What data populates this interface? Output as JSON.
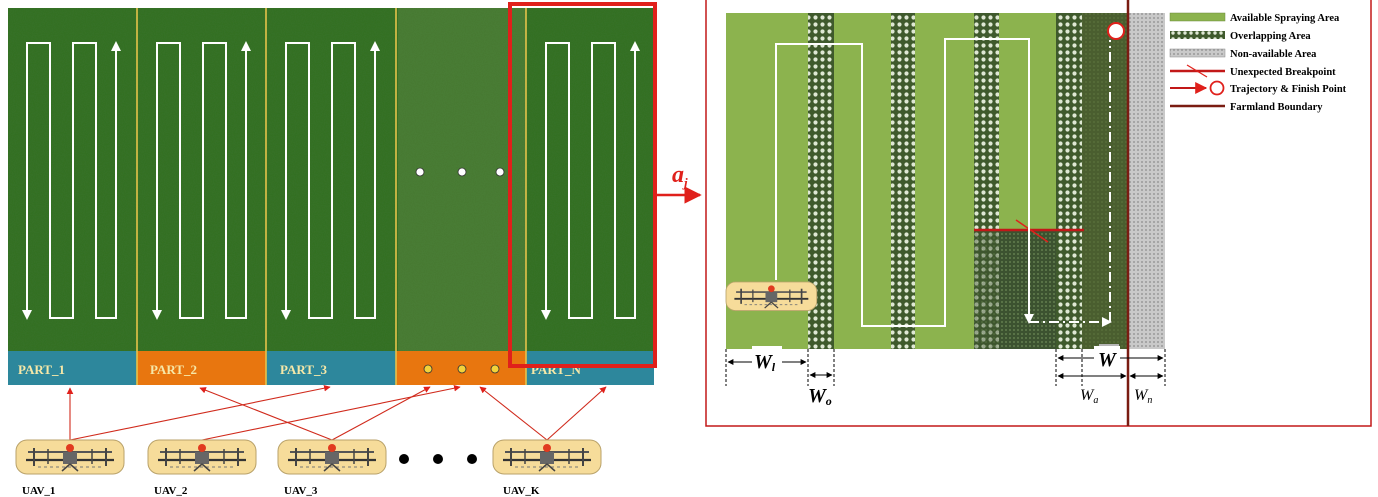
{
  "parts": {
    "labels": [
      "PART_1",
      "PART_2",
      "PART_3",
      "PART_N"
    ]
  },
  "uavs": {
    "labels": [
      "UAV_1",
      "UAV_2",
      "UAV_3",
      "UAV_K"
    ]
  },
  "zoom_label": {
    "main": "a",
    "sub": "j"
  },
  "legend": {
    "items": [
      "Available Spraying Area",
      "Overlapping Area",
      "Non-available Area",
      "Unexpected Breakpoint",
      "Trajectory & Finish Point",
      "Farmland Boundary"
    ]
  },
  "dimensions": {
    "wl_main": "W",
    "wl_sub": "l",
    "wo_main": "W",
    "wo_sub": "o",
    "w": "W",
    "wa_main": "W",
    "wa_sub": "a",
    "wn_main": "W",
    "wn_sub": "n"
  },
  "colors": {
    "field_green": "#2f6e23",
    "available_green": "#8cb34e",
    "part_teal": "#2d879c",
    "part_orange": "#e8760f",
    "divider_yellow": "#e5c34a",
    "highlight_red": "#e0201b",
    "boundary_brown": "#7a1c12"
  }
}
